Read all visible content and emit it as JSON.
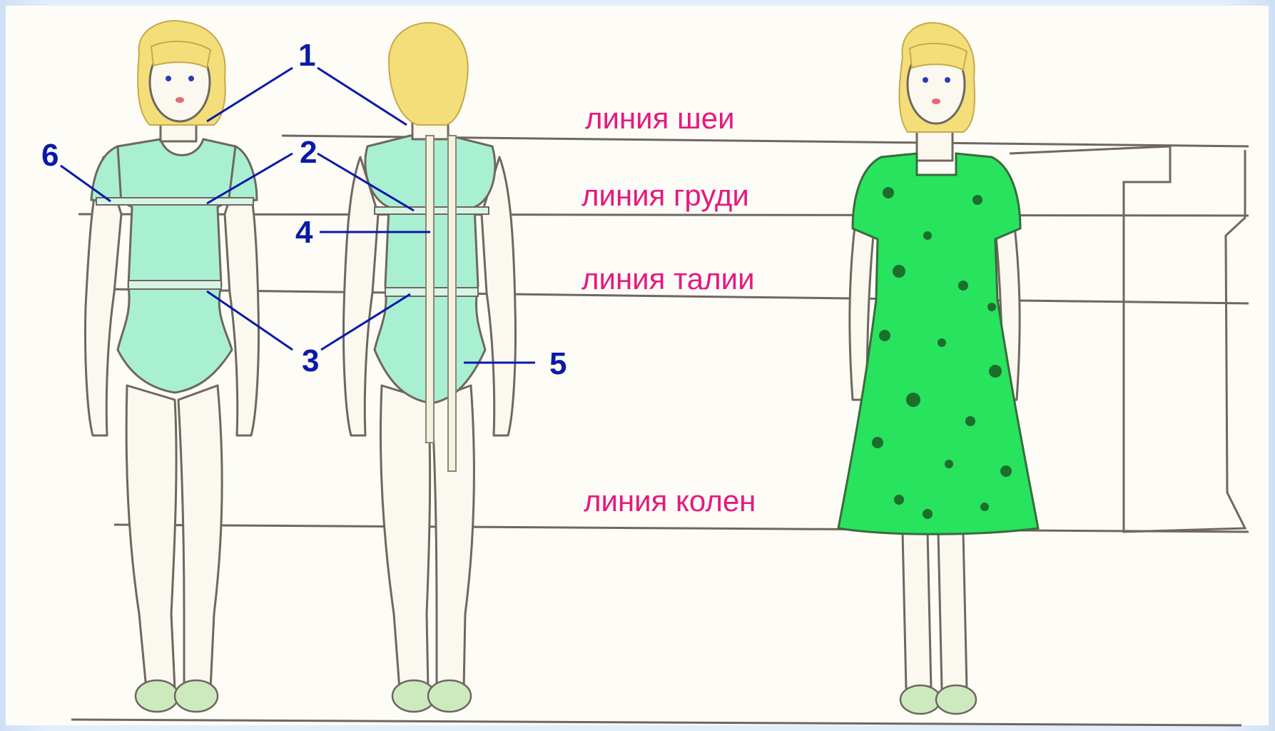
{
  "line_labels": {
    "neck": "линия шеи",
    "bust": "линия груди",
    "waist": "линия талии",
    "knee": "линия колен"
  },
  "callouts": {
    "n1": "1",
    "n2": "2",
    "n3": "3",
    "n4": "4",
    "n5": "5",
    "n6": "6"
  },
  "colors": {
    "label_color": "#e8187e",
    "callout_color": "#0a1aa8",
    "bodysuit_color": "#a9f0d2",
    "dress_color": "#27e35e",
    "hair_color": "#f3de7a",
    "background": "#e4eefb"
  }
}
